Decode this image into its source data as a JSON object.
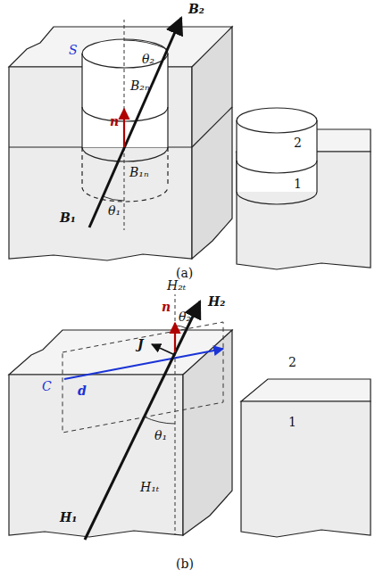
{
  "diagram": {
    "labels": [
      "B₂",
      "θ₂",
      "S",
      "B₂ₙ",
      "n",
      "B₁ₙ",
      "θ₁",
      "B₁",
      "2",
      "1",
      "(a)",
      "H₂ₜ",
      "H₂",
      "θ₂",
      "J",
      "n",
      "d",
      "C",
      "H₁",
      "θ₁",
      "H₁ₜ",
      "2",
      "1",
      "(b)"
    ]
  }
}
